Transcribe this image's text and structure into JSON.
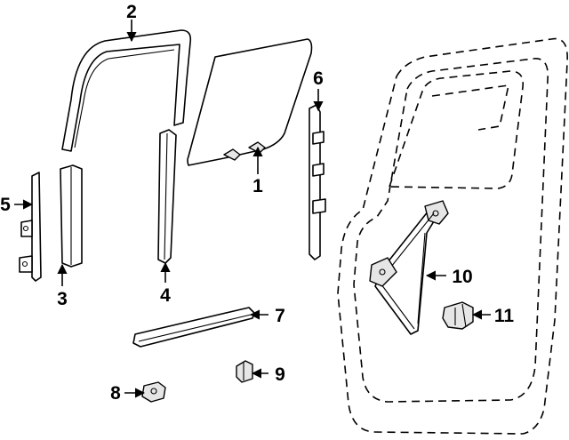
{
  "diagram": {
    "callouts": [
      {
        "id": "callout-1",
        "label": "1"
      },
      {
        "id": "callout-2",
        "label": "2"
      },
      {
        "id": "callout-3",
        "label": "3"
      },
      {
        "id": "callout-4",
        "label": "4"
      },
      {
        "id": "callout-5",
        "label": "5"
      },
      {
        "id": "callout-6",
        "label": "6"
      },
      {
        "id": "callout-7",
        "label": "7"
      },
      {
        "id": "callout-8",
        "label": "8"
      },
      {
        "id": "callout-9",
        "label": "9"
      },
      {
        "id": "callout-10",
        "label": "10"
      },
      {
        "id": "callout-11",
        "label": "11"
      }
    ]
  }
}
